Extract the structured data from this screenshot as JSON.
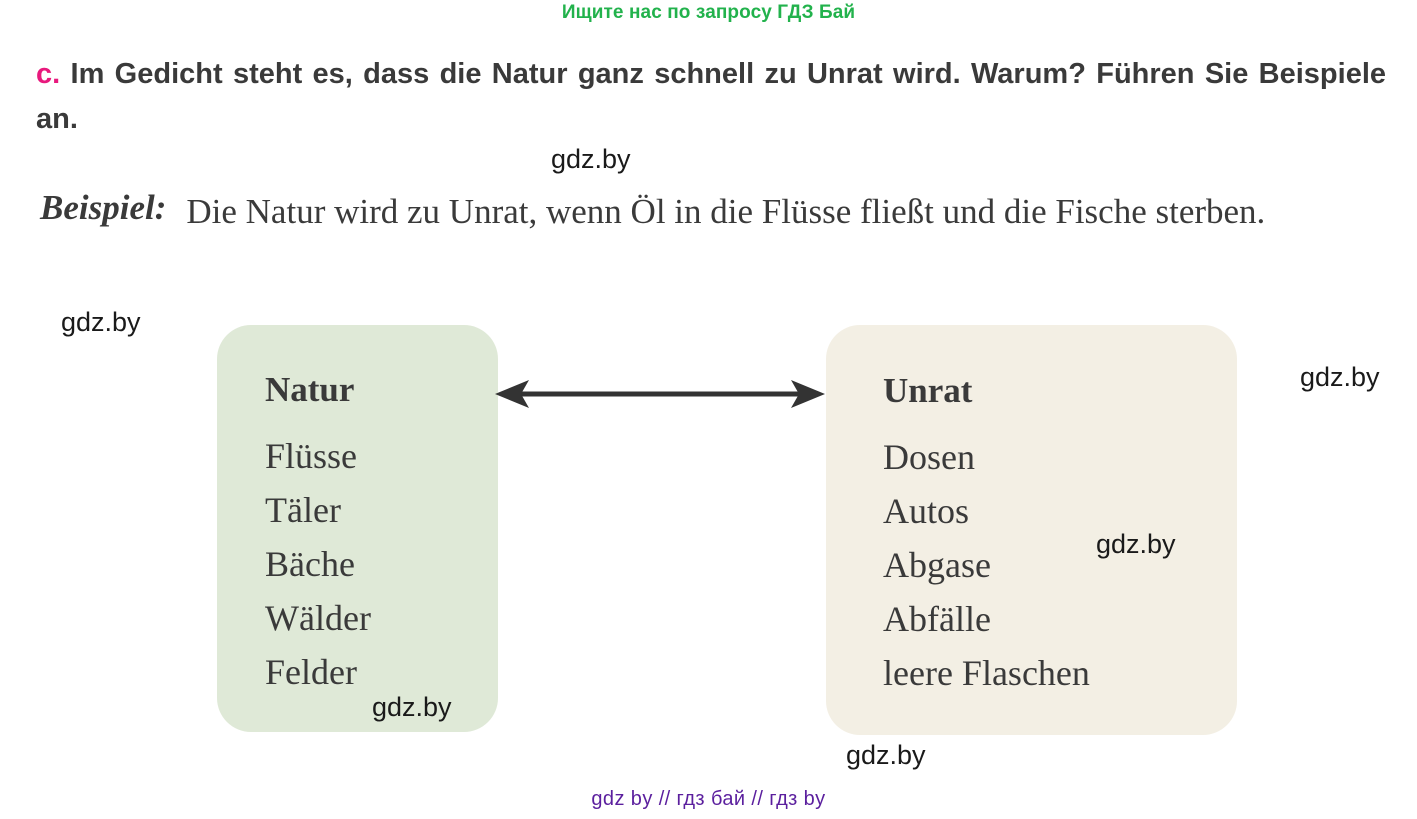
{
  "promo": {
    "text": "Ищите нас по запросу ГДЗ Бай",
    "color": "#22b24c"
  },
  "task": {
    "marker": "c.",
    "marker_color": "#e8197d",
    "text": "Im Gedicht steht es, dass die Natur ganz schnell zu Unrat wird. Warum? Führen Sie Beispiele an."
  },
  "example": {
    "label": "Beispiel:",
    "text": "Die Natur wird zu Unrat, wenn Öl in die Flüsse fließt und die Fische sterben."
  },
  "diagram": {
    "arrow": "double-headed-arrow",
    "left_box": {
      "title": "Natur",
      "background": "#dfe9d7",
      "items": [
        "Flüsse",
        "Täler",
        "Bäche",
        "Wälder",
        "Felder"
      ]
    },
    "right_box": {
      "title": "Unrat",
      "background": "#f3efe4",
      "items": [
        "Dosen",
        "Autos",
        "Abgase",
        "Abfälle",
        "leere Flaschen"
      ]
    }
  },
  "watermarks": {
    "a": "gdz.by",
    "b": "gdz.by",
    "c": "gdz.by",
    "d": "gdz.by",
    "e": "gdz.by",
    "f": "gdz.by",
    "footer": "gdz by  //  гдз бай  //  гдз by",
    "footer_color": "#5b1f9e"
  }
}
